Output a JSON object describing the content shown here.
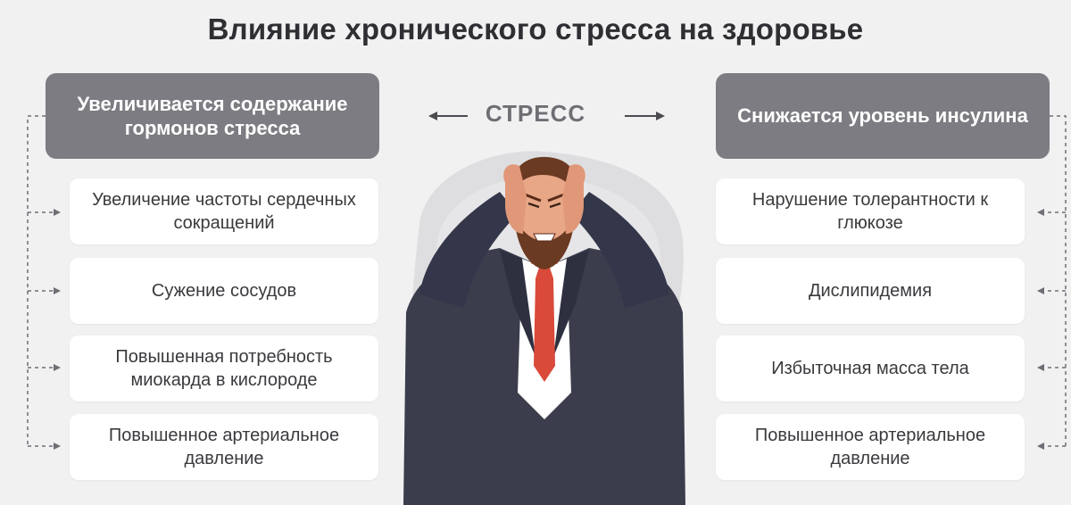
{
  "title": "Влияние хронического стресса на здоровье",
  "center_label": "СТРЕСС",
  "left": {
    "header": "Увеличивается содержание гормонов стресса",
    "items": [
      "Увеличение частоты сердечных сокращений",
      "Сужение сосудов",
      "Повышенная потребность миокарда в кислороде",
      "Повышенное артериальное давление"
    ]
  },
  "right": {
    "header": "Снижается уровень инсулина",
    "items": [
      "Нарушение толерантности к глюкозе",
      "Дислипидемия",
      "Избыточная масса тела",
      "Повышенное артериальное давление"
    ]
  },
  "colors": {
    "background": "#f1f1f2",
    "header_box": "#7c7c82",
    "card": "#ffffff",
    "suit": "#3b3d4c",
    "tie": "#d94a3a",
    "hair": "#6b3a22",
    "skin": "#e8a888"
  },
  "icons": [
    "arrow-left-icon",
    "arrow-right-icon",
    "stressed-man-illustration"
  ]
}
